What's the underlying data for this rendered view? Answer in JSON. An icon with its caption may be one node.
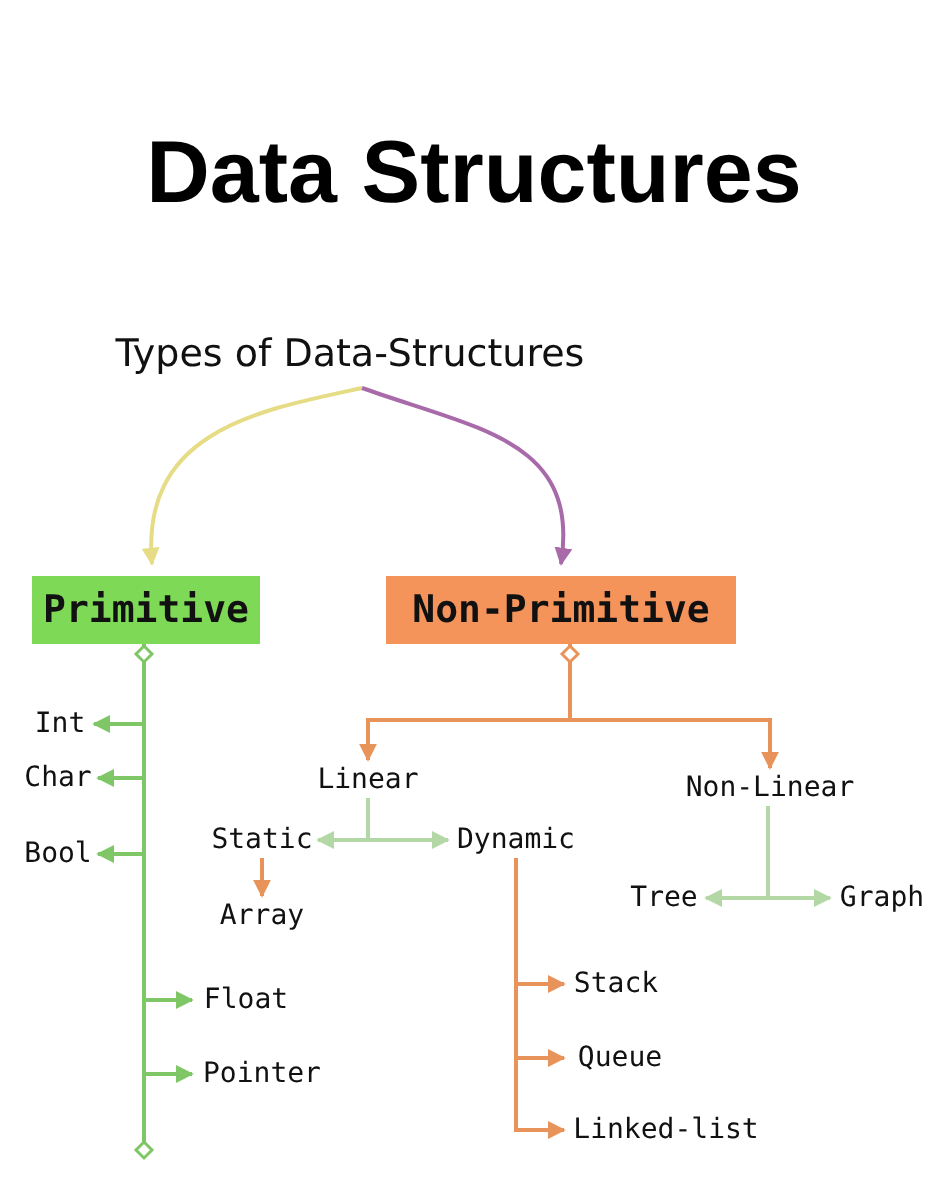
{
  "diagram": {
    "title": "Data Structures",
    "nodes": [
      {
        "text": [
          "Types of Data-Structures"
        ]
      },
      {
        "text": [
          "Primitive"
        ]
      },
      {
        "text": [
          "Non-Primitive"
        ]
      },
      {
        "text": [
          "Int"
        ]
      },
      {
        "text": [
          "Char"
        ]
      },
      {
        "text": [
          "Bool"
        ]
      },
      {
        "text": [
          "Float"
        ]
      },
      {
        "text": [
          "Pointer"
        ]
      },
      {
        "text": [
          "Linear"
        ]
      },
      {
        "text": [
          "Static"
        ]
      },
      {
        "text": [
          "Dynamic"
        ]
      },
      {
        "text": [
          "Array"
        ]
      },
      {
        "text": [
          "Non-Linear"
        ]
      },
      {
        "text": [
          "Tree"
        ]
      },
      {
        "text": [
          "Graph"
        ]
      },
      {
        "text": [
          "Stack"
        ]
      },
      {
        "text": [
          "Queue"
        ]
      },
      {
        "text": [
          "Linked-list"
        ]
      }
    ],
    "edges": [
      {
        "from": 0,
        "to": 1,
        "arrow": "to",
        "color": "#e6dc86"
      },
      {
        "from": 0,
        "to": 2,
        "arrow": "to",
        "color": "#a86aa8"
      },
      {
        "from": 1,
        "to": 3,
        "arrow": "to",
        "color": "#7fc766"
      },
      {
        "from": 1,
        "to": 4,
        "arrow": "to",
        "color": "#7fc766"
      },
      {
        "from": 1,
        "to": 5,
        "arrow": "to",
        "color": "#7fc766"
      },
      {
        "from": 1,
        "to": 6,
        "arrow": "to",
        "color": "#7fc766"
      },
      {
        "from": 1,
        "to": 7,
        "arrow": "to",
        "color": "#7fc766"
      },
      {
        "from": 2,
        "to": 8,
        "arrow": "to"
      },
      {
        "from": 2,
        "to": 12,
        "arrow": "to"
      },
      {
        "from": 8,
        "to": 9,
        "arrow": "to",
        "color": "#b3d8a6"
      },
      {
        "from": 8,
        "to": 10,
        "arrow": "to",
        "color": "#b3d8a6"
      },
      {
        "from": 9,
        "to": 11,
        "arrow": "to"
      },
      {
        "from": 10,
        "to": 15,
        "arrow": "to"
      },
      {
        "from": 10,
        "to": 16,
        "arrow": "to"
      },
      {
        "from": 10,
        "to": 17,
        "arrow": "to"
      },
      {
        "from": 12,
        "to": 13,
        "arrow": "to",
        "color": "#b3d8a6"
      },
      {
        "from": 12,
        "to": 14,
        "arrow": "to",
        "color": "#b3d8a6"
      }
    ]
  }
}
